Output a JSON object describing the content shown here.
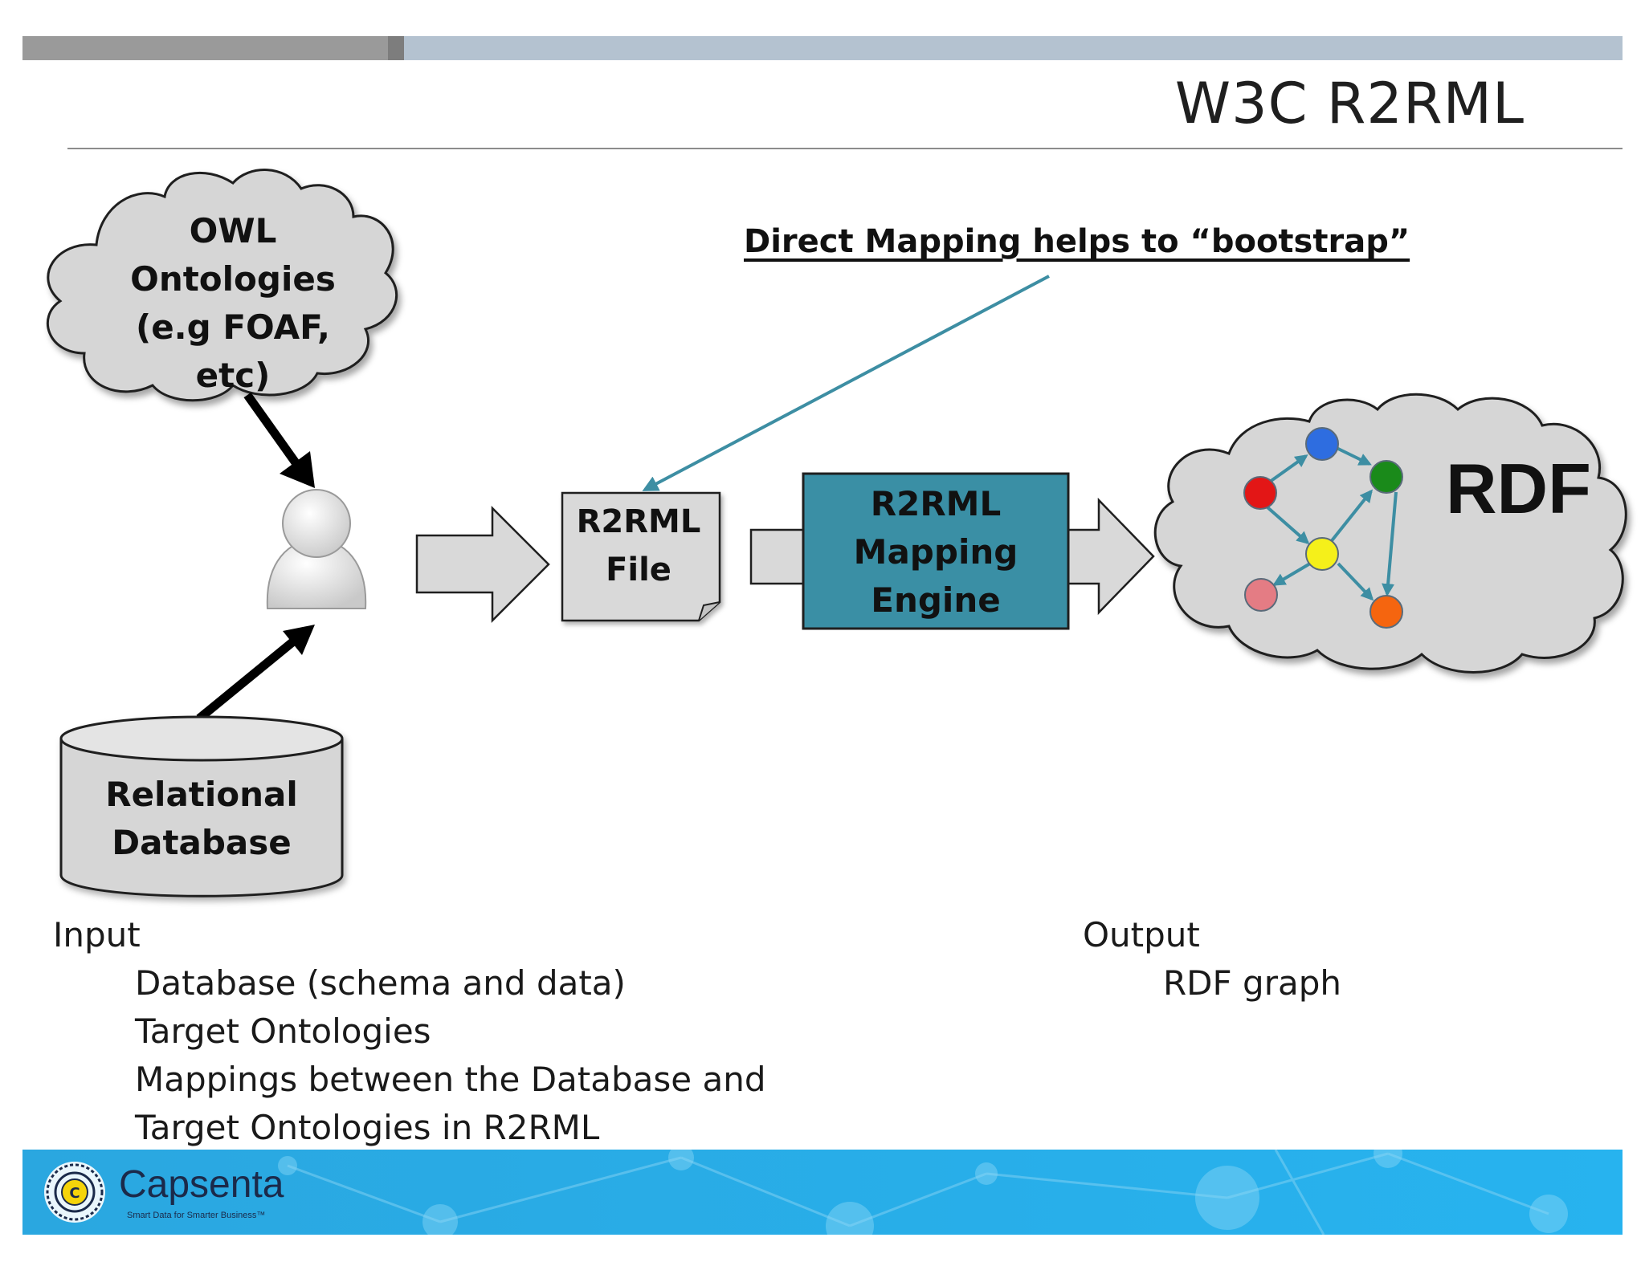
{
  "slide": {
    "title": "W3C R2RML"
  },
  "cloud": {
    "line1": "OWL",
    "line2": "Ontologies",
    "line3": "(e.g FOAF, etc)"
  },
  "annotation": {
    "text": "Direct Mapping helps to “bootstrap”"
  },
  "file": {
    "line1": "R2RML",
    "line2": "File"
  },
  "engine": {
    "line1": "R2RML",
    "line2": "Mapping",
    "line3": "Engine"
  },
  "rdf": {
    "label": "RDF"
  },
  "database": {
    "line1": "Relational",
    "line2": "Database"
  },
  "input": {
    "heading": "Input",
    "items": [
      "Database (schema and data)",
      "Target Ontologies",
      "Mappings between the Database and",
      "Target Ontologies in R2RML"
    ]
  },
  "output": {
    "heading": "Output",
    "items": [
      "RDF graph"
    ]
  },
  "footer": {
    "brand": "Capsenta",
    "tagline": "Smart Data for Smarter Business™"
  },
  "colors": {
    "engine_fill": "#3a8fa5",
    "annotation_arrow": "#3d8ea3",
    "footer": "#29aee8",
    "graph_nodes": [
      "#2e6de0",
      "#e31616",
      "#1a8a1a",
      "#f5f01a",
      "#e47c84",
      "#f5650f"
    ]
  },
  "icons": [
    "user-avatar-icon",
    "capsenta-logo-icon"
  ]
}
